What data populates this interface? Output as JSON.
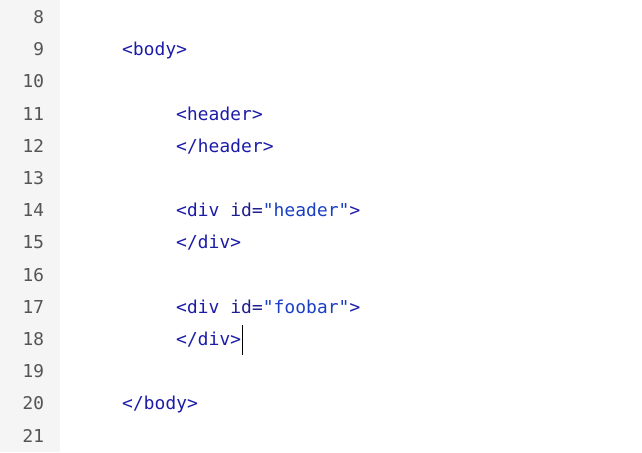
{
  "editor": {
    "caret": {
      "line": 18,
      "position": "end-of-line"
    },
    "colors": {
      "gutter_bg": "#f5f5f5",
      "line_number": "#555555",
      "tag": "#1b1ba8",
      "attribute": "#1e1e8c",
      "string": "#1a3fc4",
      "background": "#ffffff"
    },
    "lines": [
      {
        "number": "8",
        "indent": 0,
        "tokens": []
      },
      {
        "number": "9",
        "indent": 1,
        "tokens": [
          {
            "type": "tag",
            "text": "<body>"
          }
        ]
      },
      {
        "number": "10",
        "indent": 0,
        "tokens": []
      },
      {
        "number": "11",
        "indent": 2,
        "tokens": [
          {
            "type": "tag",
            "text": "<header>"
          }
        ]
      },
      {
        "number": "12",
        "indent": 2,
        "tokens": [
          {
            "type": "tag",
            "text": "</header>"
          }
        ]
      },
      {
        "number": "13",
        "indent": 0,
        "tokens": []
      },
      {
        "number": "14",
        "indent": 2,
        "tokens": [
          {
            "type": "tag",
            "text": "<div "
          },
          {
            "type": "attr",
            "text": "id="
          },
          {
            "type": "val",
            "text": "\"header\""
          },
          {
            "type": "tag",
            "text": ">"
          }
        ]
      },
      {
        "number": "15",
        "indent": 2,
        "tokens": [
          {
            "type": "tag",
            "text": "</div>"
          }
        ]
      },
      {
        "number": "16",
        "indent": 0,
        "tokens": []
      },
      {
        "number": "17",
        "indent": 2,
        "tokens": [
          {
            "type": "tag",
            "text": "<div "
          },
          {
            "type": "attr",
            "text": "id="
          },
          {
            "type": "val",
            "text": "\"foobar\""
          },
          {
            "type": "tag",
            "text": ">"
          }
        ]
      },
      {
        "number": "18",
        "indent": 2,
        "tokens": [
          {
            "type": "tag",
            "text": "</div>"
          }
        ]
      },
      {
        "number": "19",
        "indent": 0,
        "tokens": []
      },
      {
        "number": "20",
        "indent": 1,
        "tokens": [
          {
            "type": "tag",
            "text": "</body>"
          }
        ]
      },
      {
        "number": "21",
        "indent": 0,
        "tokens": []
      }
    ]
  }
}
